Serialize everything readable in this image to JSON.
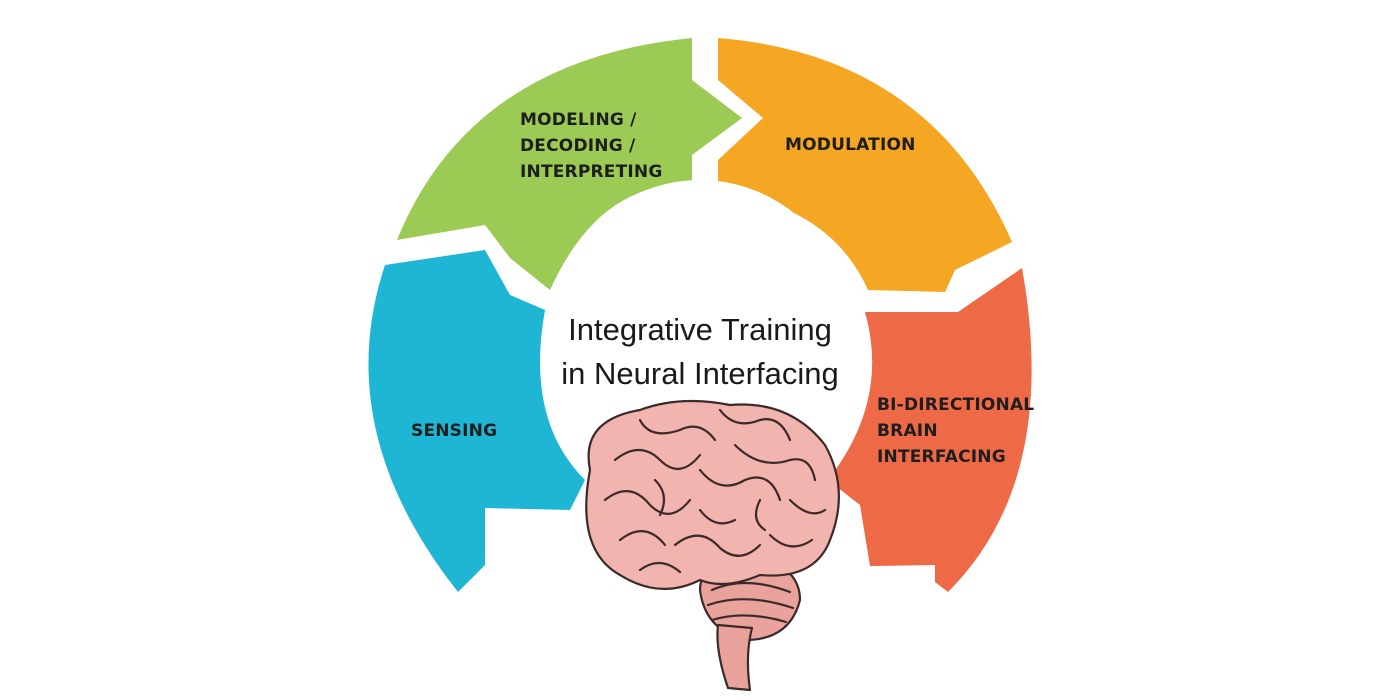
{
  "center": {
    "title_line1": "Integrative Training",
    "title_line2": "in Neural Interfacing"
  },
  "segments": [
    {
      "id": "modeling",
      "label": "MODELING /\nDECODING /\nINTERPRETING",
      "color": "#9ccb55"
    },
    {
      "id": "modulation",
      "label": "MODULATION",
      "color": "#f5a623"
    },
    {
      "id": "bidirectional",
      "label": "BI-DIRECTIONAL\nBRAIN\nINTERFACING",
      "color": "#ee6a47"
    },
    {
      "id": "sensing",
      "label": "SENSING",
      "color": "#1eb6d4"
    }
  ],
  "icons": {
    "center_image": "brain-icon"
  },
  "colors": {
    "background": "#ffffff",
    "brain_fill": "#f2b4ae",
    "brain_stroke": "#3a2a2a"
  }
}
